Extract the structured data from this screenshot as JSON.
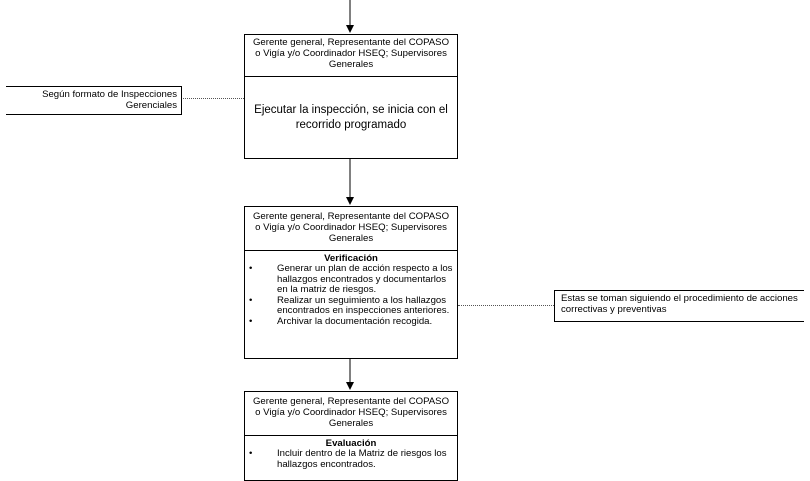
{
  "steps": [
    {
      "role": "Gerente general, Representante del COPASO o Vigía y/o Coordinador HSEQ; Supervisores Generales",
      "action": "Ejecutar la inspección, se inicia con el recorrido programado"
    },
    {
      "role": "Gerente general, Representante del COPASO o Vigía y/o Coordinador HSEQ; Supervisores Generales",
      "title": "Verificación",
      "items": [
        "Generar un plan de acción respecto a los hallazgos encontrados y documentarlos en la matriz de riesgos.",
        "Realizar un seguimiento a los hallazgos encontrados en inspecciones anteriores.",
        "Archivar la documentación recogida."
      ]
    },
    {
      "role": "Gerente general, Representante del COPASO o Vigía y/o Coordinador HSEQ; Supervisores Generales",
      "title": "Evaluación",
      "items": [
        "Incluir dentro de la Matriz de riesgos los hallazgos encontrados."
      ]
    }
  ],
  "notes": {
    "left": "Según formato de Inspecciones Gerenciales",
    "right": "Estas se toman siguiendo el procedimiento de acciones correctivas y preventivas"
  }
}
